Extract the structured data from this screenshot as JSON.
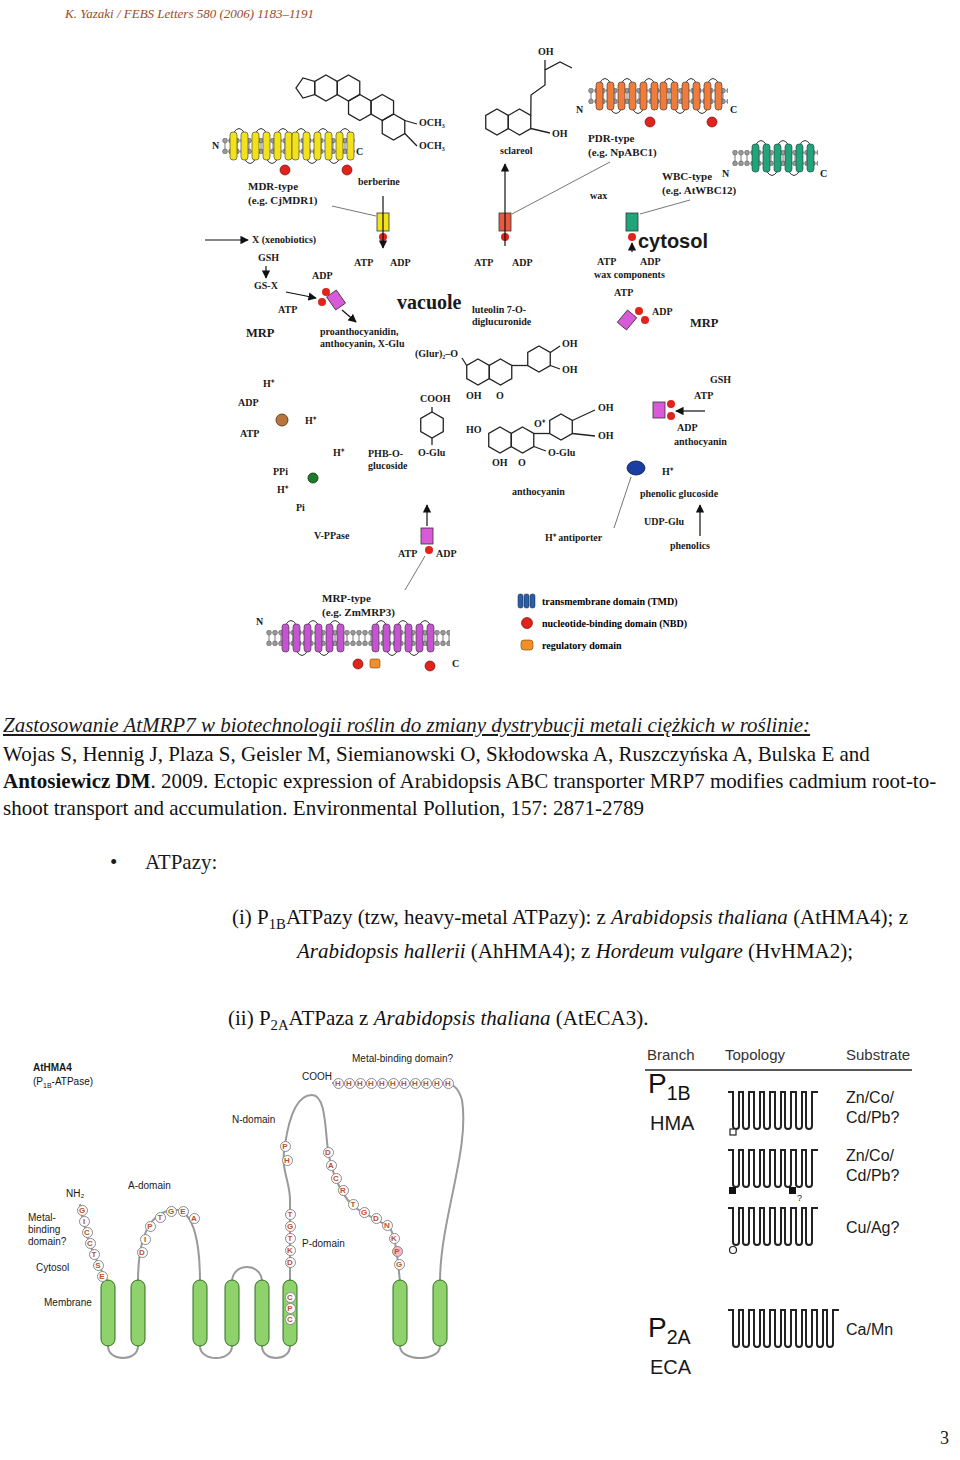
{
  "diagram": {
    "nodes": [
      {
        "text": [
          "cytosol"
        ]
      },
      {
        "text": [
          "vacuole",
          "proanthocyanidin, anthocyanin, X-Glu",
          "luteolin 7-O- diglucuronide",
          "anthocyanin",
          "PHB-O- glucoside"
        ],
        "in": 0
      },
      {
        "text": [
          "wax"
        ]
      },
      {
        "text": [
          "Membrane"
        ]
      }
    ],
    "labels": [
      "K. Yazaki / FEBS Letters 580 (2006) 1183–1191",
      "MDR-type",
      "(e.g. CjMDR1)",
      "berberine",
      "OCH₃",
      "OCH₃",
      "OH",
      "OH",
      "sclareol",
      "PDR-type",
      "(e.g. NpABC1)",
      "N",
      "C",
      "WBC-type",
      "(e.g. AtWBC12)",
      "N",
      "C",
      "N",
      "C",
      "ATP",
      "ADP",
      "ATP",
      "ADP",
      "ATP",
      "ADP",
      "wax components",
      "X (xenobiotics)",
      "GSH",
      "GS-X",
      "ADP",
      "ATP",
      "MRP",
      "H⁺",
      "ADP",
      "ATP",
      "H⁺",
      "H⁺",
      "PPi",
      "H⁺",
      "Pi",
      "V-PPase",
      "ATP",
      "ADP",
      "H⁺ antiporter",
      "ATP",
      "ADP",
      "MRP",
      "GSH",
      "ATP",
      "ADP",
      "anthocyanin",
      "H⁺",
      "phenolic glucoside",
      "UDP-Glu",
      "phenolics",
      "(Glur)₂–O",
      "OH",
      "O",
      "OH",
      "OH",
      "COOH",
      "O-Glu",
      "HO",
      "O⁺",
      "OH",
      "OH",
      "OH",
      "O",
      "O-Glu",
      "MRP-type",
      "(e.g. ZmMRP3)",
      "N",
      "C",
      "Zastosowanie AtMRP7 w biotechnologii roślin do zmiany dystrybucji metali ciężkich w roślinie:",
      "Wojas S, Hennig J, Plaza S, Geisler M, Siemianowski O, Skłodowska A, Ruszczyńska A, Bulska E and",
      "Antosiewicz DM",
      ". 2009. Ectopic expression of Arabidopsis ABC transporter MRP7 modifies cadmium root-to-shoot transport and accumulation. Environmental Pollution, 157: 2871-2789",
      "•",
      "ATPazy:",
      "(i) P",
      "1B",
      "ATPazy (tzw, heavy-metal ATPazy): z",
      "Arabidopsis thaliana",
      "(AtHMA4); z",
      "Arabidopsis hallerii",
      "(AhHMA4); z",
      "Hordeum vulgare",
      "(HvHMA2);",
      "(ii) P",
      "2A",
      "ATPaza z",
      "Arabidopsis thaliana",
      "(AtECA3).",
      "AtHMA4",
      "(P",
      "1B",
      "-ATPase)",
      "Metal-binding domain?",
      "COOH",
      "N-domain",
      "A-domain",
      "P-domain",
      "NH₂",
      "Metal- binding domain?",
      "Cytosol",
      "G",
      "I",
      "C",
      "C",
      "T",
      "S",
      "E",
      "D",
      "I",
      "P",
      "T",
      "G",
      "E",
      "A",
      "T",
      "G",
      "T",
      "K",
      "D",
      "P",
      "H",
      "D",
      "A",
      "C",
      "R",
      "T",
      "G",
      "D",
      "N",
      "K",
      "P",
      "G",
      "H",
      "H",
      "H",
      "H",
      "H",
      "H",
      "H",
      "H",
      "H",
      "H",
      "H",
      "C",
      "P",
      "C",
      "Branch",
      "Topology",
      "Substrate",
      "P",
      "1B",
      "HMA",
      "Zn/Co/ Cd/Pb?",
      "Zn/Co/ Cd/Pb?",
      "?",
      "Cu/Ag?",
      "P",
      "2A",
      "ECA",
      "Ca/Mn",
      "3"
    ],
    "legend": [
      {
        "text": "transmembrane domain (TMD)",
        "color": "#2a5ea8"
      },
      {
        "text": "nucleotide-binding domain (NBD)",
        "color": "#e0241b"
      },
      {
        "text": "regulatory domain",
        "color": "#f0902a"
      }
    ]
  }
}
